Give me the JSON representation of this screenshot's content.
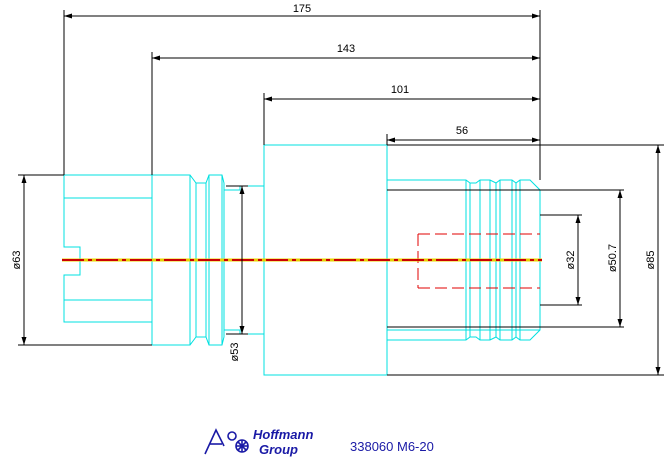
{
  "colors": {
    "outline": "#00e0e0",
    "dimension": "#000000",
    "centerline_red": "#cc0000",
    "centerline_yellow": "#e8d000",
    "hidden": "#e00000",
    "brand": "#1a1aa6"
  },
  "dimensions": {
    "len_175": "175",
    "len_143": "143",
    "len_101": "101",
    "len_56": "56",
    "dia_63_left": "ø63",
    "dia_53": "ø53",
    "dia_32": "ø32",
    "dia_50_7": "ø50.7",
    "dia_85": "ø85"
  },
  "footer": {
    "logo_line1": "Hoffmann",
    "logo_line2": "Group",
    "part_code": "338060 M6-20"
  }
}
